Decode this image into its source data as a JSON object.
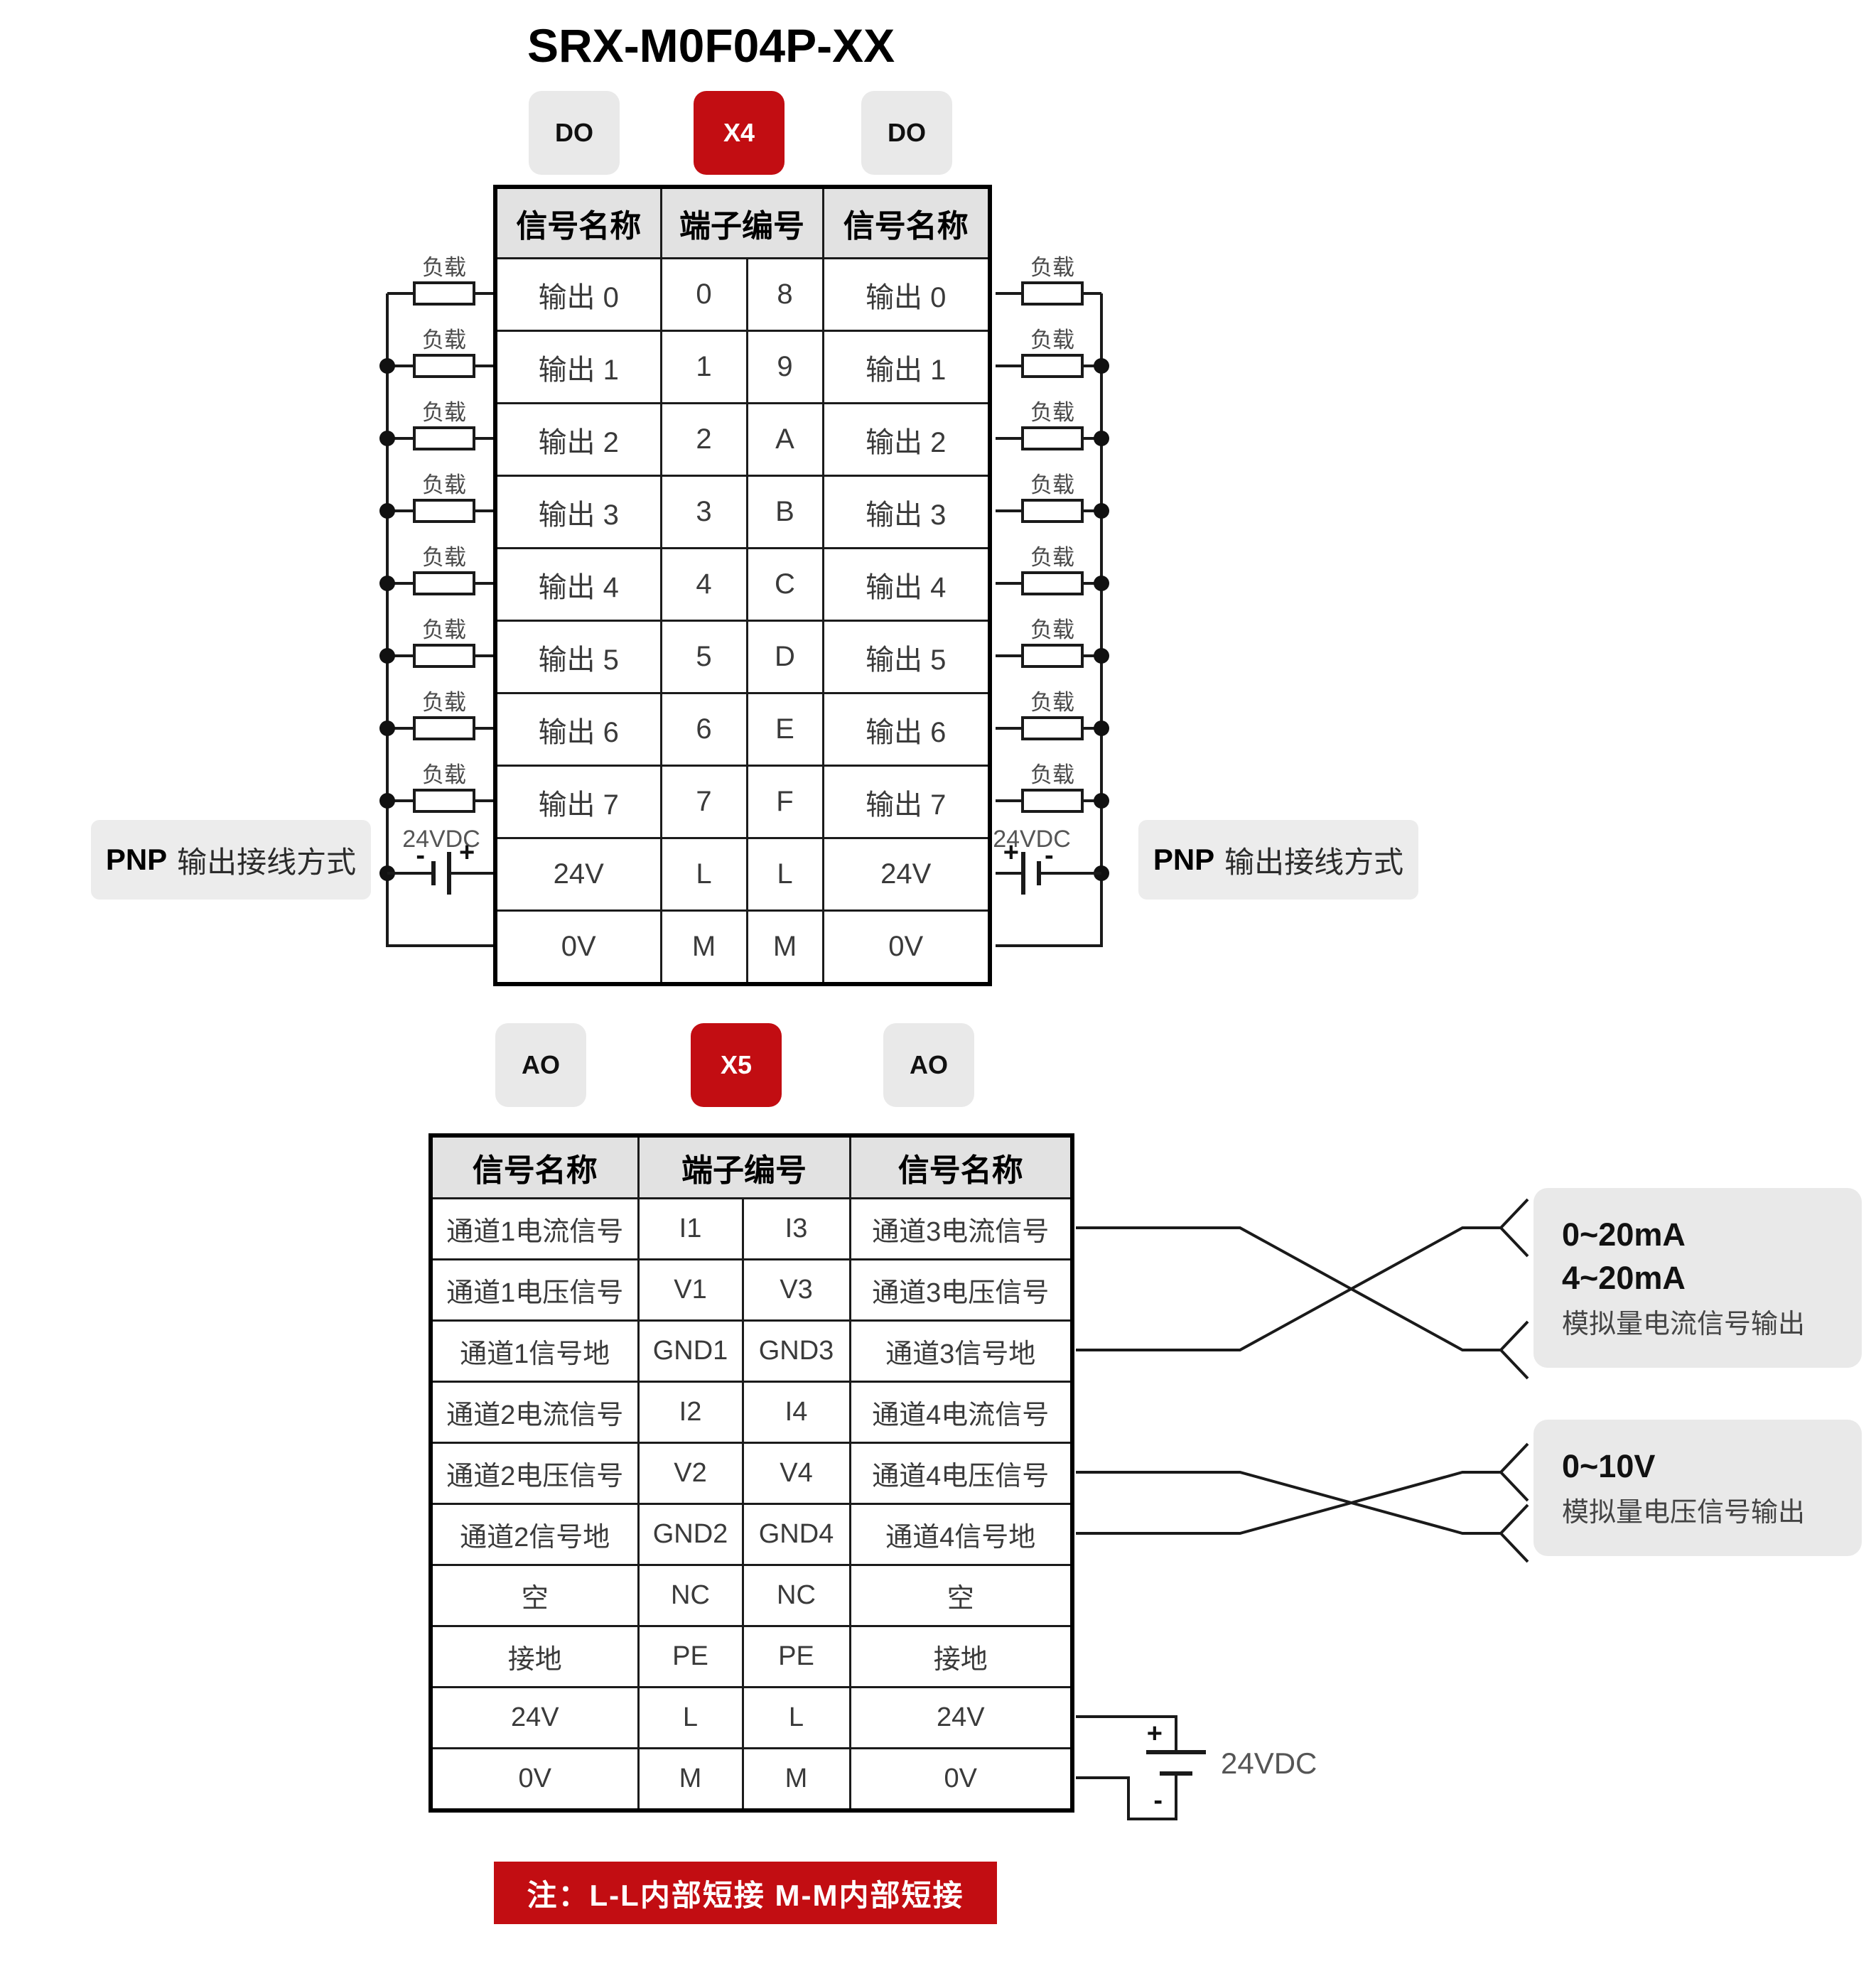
{
  "title": "SRX-M0F04P-XX",
  "shared": {
    "load_label": "负载",
    "supply_label": "24VDC",
    "plus": "+",
    "minus": "-"
  },
  "do_section": {
    "badges": [
      "DO",
      "X4",
      "DO"
    ],
    "table": {
      "headers": [
        "信号名称",
        "端子编号",
        "信号名称"
      ],
      "rows": [
        [
          "输出 0",
          "0",
          "8",
          "输出 0"
        ],
        [
          "输出 1",
          "1",
          "9",
          "输出 1"
        ],
        [
          "输出 2",
          "2",
          "A",
          "输出 2"
        ],
        [
          "输出 3",
          "3",
          "B",
          "输出 3"
        ],
        [
          "输出 4",
          "4",
          "C",
          "输出 4"
        ],
        [
          "输出 5",
          "5",
          "D",
          "输出 5"
        ],
        [
          "输出 6",
          "6",
          "E",
          "输出 6"
        ],
        [
          "输出 7",
          "7",
          "F",
          "输出 7"
        ],
        [
          "24V",
          "L",
          "L",
          "24V"
        ],
        [
          "0V",
          "M",
          "M",
          "0V"
        ]
      ]
    },
    "pnp_label": {
      "bold": "PNP",
      "text": "输出接线方式"
    }
  },
  "ao_section": {
    "badges": [
      "AO",
      "X5",
      "AO"
    ],
    "table": {
      "headers": [
        "信号名称",
        "端子编号",
        "信号名称"
      ],
      "rows": [
        [
          "通道1电流信号",
          "I1",
          "I3",
          "通道3电流信号"
        ],
        [
          "通道1电压信号",
          "V1",
          "V3",
          "通道3电压信号"
        ],
        [
          "通道1信号地",
          "GND1",
          "GND3",
          "通道3信号地"
        ],
        [
          "通道2电流信号",
          "I2",
          "I4",
          "通道4电流信号"
        ],
        [
          "通道2电压信号",
          "V2",
          "V4",
          "通道4电压信号"
        ],
        [
          "通道2信号地",
          "GND2",
          "GND4",
          "通道4信号地"
        ],
        [
          "空",
          "NC",
          "NC",
          "空"
        ],
        [
          "接地",
          "PE",
          "PE",
          "接地"
        ],
        [
          "24V",
          "L",
          "L",
          "24V"
        ],
        [
          "0V",
          "M",
          "M",
          "0V"
        ]
      ]
    },
    "current_output_box": {
      "range1": "0~20mA",
      "range2": "4~20mA",
      "desc": "模拟量电流信号输出"
    },
    "voltage_output_box": {
      "range1": "0~10V",
      "desc": "模拟量电压信号输出"
    },
    "note": "注：L-L内部短接  M-M内部短接"
  },
  "colors": {
    "accent_red": "#c20d12",
    "badge_gray": "#e9e9e9",
    "header_gray": "#e2e2e2",
    "panel_gray": "#ececec",
    "line_dark": "#1a1a1a"
  }
}
